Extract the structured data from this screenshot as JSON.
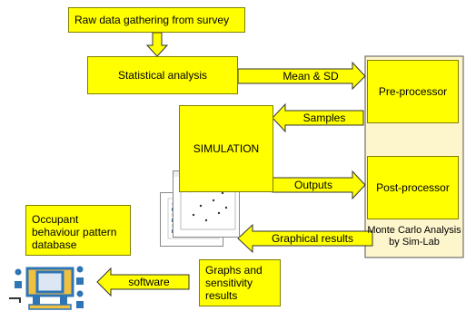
{
  "boxes": {
    "raw_data": "Raw data gathering from survey",
    "statistical_analysis": "Statistical analysis",
    "simulation": "SIMULATION",
    "pre_processor": "Pre-processor",
    "post_processor": "Post-processor",
    "monte_carlo_line1": "Monte Carlo Analysis",
    "monte_carlo_line2": "by Sim-Lab",
    "occupant_db_line1": "Occupant",
    "occupant_db_line2": "behaviour pattern",
    "occupant_db_line3": "database",
    "graphs_line1": "Graphs and",
    "graphs_line2": "sensitivity",
    "graphs_line3": "results"
  },
  "arrows": {
    "mean_sd": "Mean & SD",
    "samples": "Samples",
    "outputs": "Outputs",
    "graphical_results": "Graphical results",
    "software": "software"
  },
  "colors": {
    "box_fill": "#ffff00",
    "panel_fill": "#fdf5cc",
    "software_icon_blue": "#2e75b6",
    "software_icon_fill": "#f0c040"
  }
}
